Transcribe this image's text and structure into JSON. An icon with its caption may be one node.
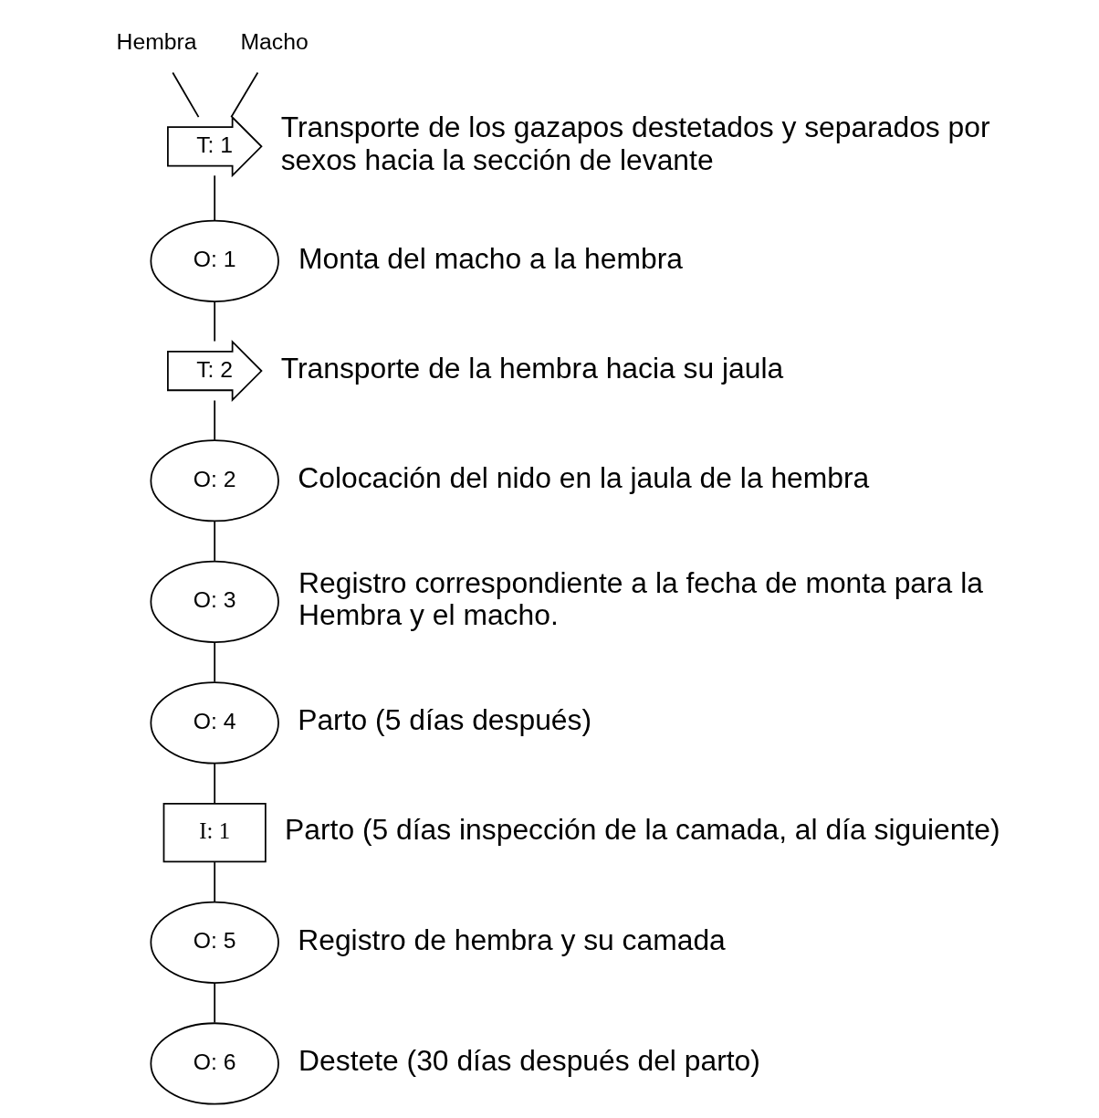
{
  "diagram": {
    "nodes": [
      {
        "text": [
          "Hembra"
        ]
      },
      {
        "text": [
          "Macho"
        ]
      },
      {
        "text": [
          "T: 1"
        ],
        "beside": [
          "Transporte de los gazapos destetados y separados por sexos hacia la sección de levante"
        ]
      },
      {
        "text": [
          "O: 1"
        ],
        "beside": [
          "Monta del macho a la hembra"
        ]
      },
      {
        "text": [
          "T: 2"
        ],
        "beside": [
          "Transporte de la hembra hacia su jaula"
        ]
      },
      {
        "text": [
          "O: 2"
        ],
        "beside": [
          "Colocación del nido en la jaula de la hembra"
        ]
      },
      {
        "text": [
          "O: 3"
        ],
        "beside": [
          "Registro correspondiente a la fecha de monta para la Hembra y el macho."
        ]
      },
      {
        "text": [
          "O: 4"
        ],
        "beside": [
          "Parto (5 días después)"
        ]
      },
      {
        "text": [
          "I: 1"
        ],
        "beside": [
          "Parto (5 días inspección de la camada, al día siguiente)"
        ]
      },
      {
        "text": [
          "O: 5"
        ],
        "beside": [
          "Registro de hembra y su camada"
        ]
      },
      {
        "text": [
          "O: 6"
        ],
        "beside": [
          "Destete (30 días después del parto)"
        ]
      }
    ],
    "edges": [
      {
        "from": 0,
        "to": 2,
        "arrow": "none"
      },
      {
        "from": 1,
        "to": 2,
        "arrow": "none"
      },
      {
        "from": 2,
        "to": 3,
        "arrow": "none"
      },
      {
        "from": 3,
        "to": 4,
        "arrow": "none"
      },
      {
        "from": 4,
        "to": 5,
        "arrow": "none"
      },
      {
        "from": 5,
        "to": 6,
        "arrow": "none"
      },
      {
        "from": 6,
        "to": 7,
        "arrow": "none"
      },
      {
        "from": 7,
        "to": 8,
        "arrow": "none"
      },
      {
        "from": 8,
        "to": 9,
        "arrow": "none"
      },
      {
        "from": 9,
        "to": 10,
        "arrow": "none"
      }
    ]
  }
}
